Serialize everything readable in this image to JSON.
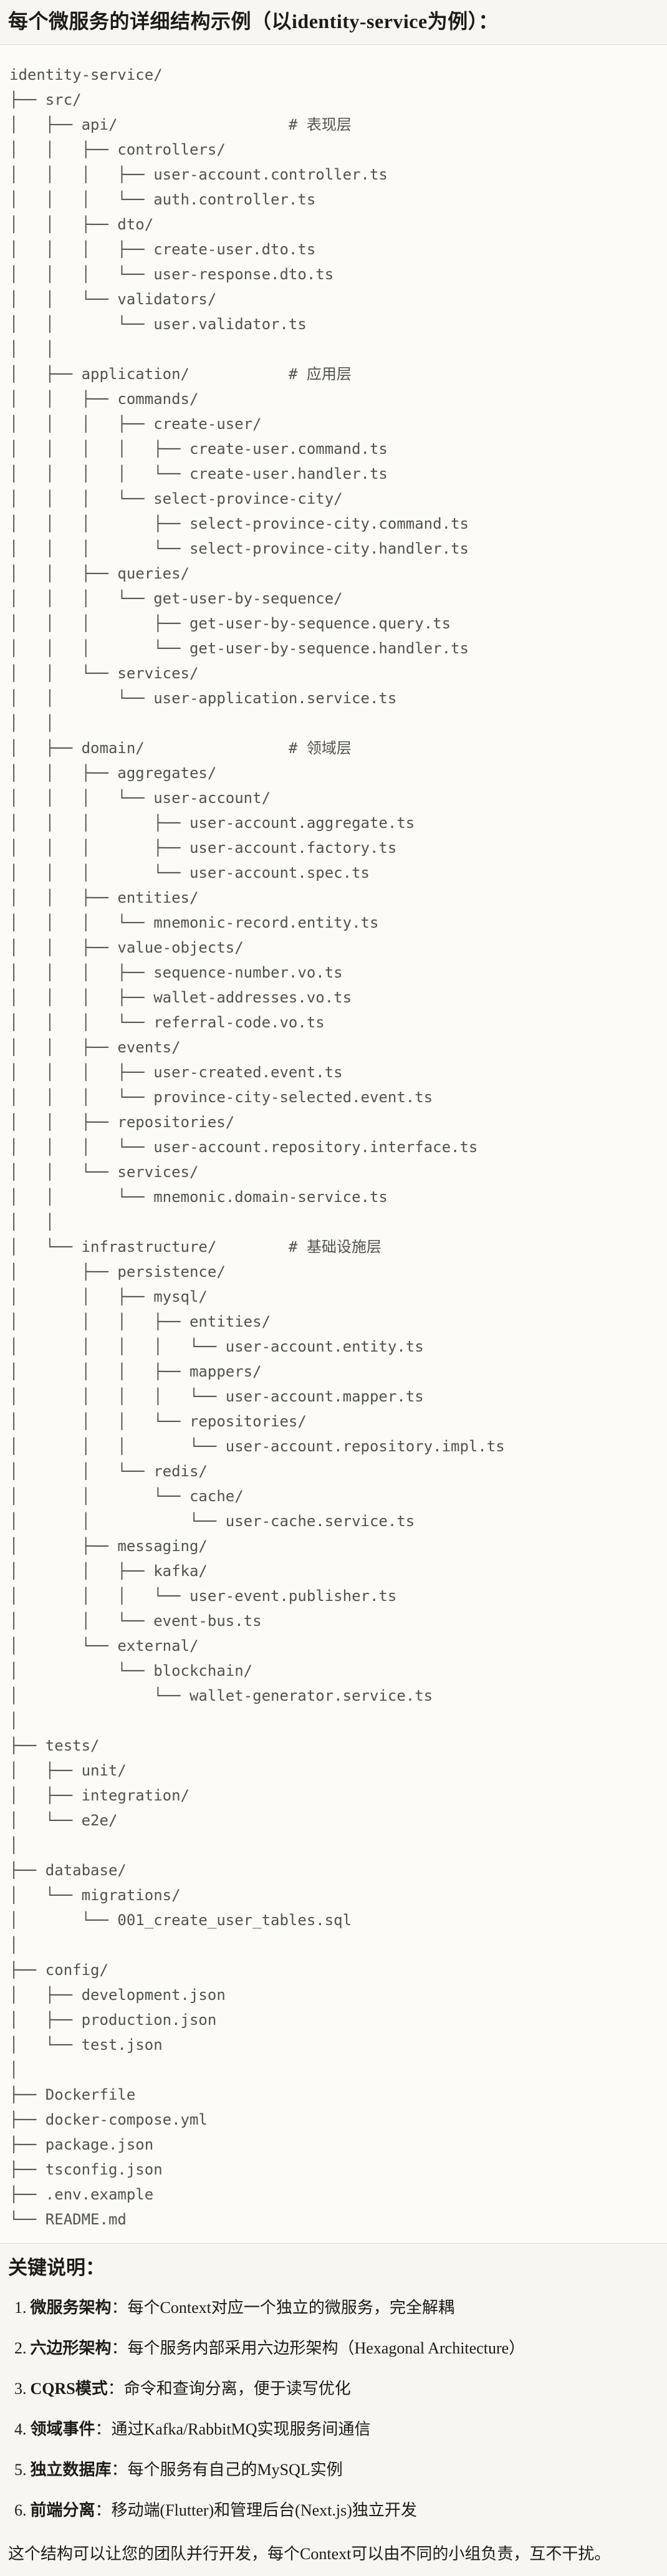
{
  "page": {
    "title": "每个微服务的详细结构示例（以identity-service为例）："
  },
  "colors": {
    "page_background": "#F8F6F1",
    "code_background": "#FCFBF8",
    "code_border": "#DCD9D2",
    "code_text": "#52524C",
    "body_text": "#1D1B17"
  },
  "code": {
    "tree_lines": [
      "identity-service/",
      "├── src/",
      "│   ├── api/                   # 表现层",
      "│   │   ├── controllers/",
      "│   │   │   ├── user-account.controller.ts",
      "│   │   │   └── auth.controller.ts",
      "│   │   ├── dto/",
      "│   │   │   ├── create-user.dto.ts",
      "│   │   │   └── user-response.dto.ts",
      "│   │   └── validators/",
      "│   │       └── user.validator.ts",
      "│   │",
      "│   ├── application/           # 应用层",
      "│   │   ├── commands/",
      "│   │   │   ├── create-user/",
      "│   │   │   │   ├── create-user.command.ts",
      "│   │   │   │   └── create-user.handler.ts",
      "│   │   │   └── select-province-city/",
      "│   │   │       ├── select-province-city.command.ts",
      "│   │   │       └── select-province-city.handler.ts",
      "│   │   ├── queries/",
      "│   │   │   └── get-user-by-sequence/",
      "│   │   │       ├── get-user-by-sequence.query.ts",
      "│   │   │       └── get-user-by-sequence.handler.ts",
      "│   │   └── services/",
      "│   │       └── user-application.service.ts",
      "│   │",
      "│   ├── domain/                # 领域层",
      "│   │   ├── aggregates/",
      "│   │   │   └── user-account/",
      "│   │   │       ├── user-account.aggregate.ts",
      "│   │   │       ├── user-account.factory.ts",
      "│   │   │       └── user-account.spec.ts",
      "│   │   ├── entities/",
      "│   │   │   └── mnemonic-record.entity.ts",
      "│   │   ├── value-objects/",
      "│   │   │   ├── sequence-number.vo.ts",
      "│   │   │   ├── wallet-addresses.vo.ts",
      "│   │   │   └── referral-code.vo.ts",
      "│   │   ├── events/",
      "│   │   │   ├── user-created.event.ts",
      "│   │   │   └── province-city-selected.event.ts",
      "│   │   ├── repositories/",
      "│   │   │   └── user-account.repository.interface.ts",
      "│   │   └── services/",
      "│   │       └── mnemonic.domain-service.ts",
      "│   │",
      "│   └── infrastructure/        # 基础设施层",
      "│       ├── persistence/",
      "│       │   ├── mysql/",
      "│       │   │   ├── entities/",
      "│       │   │   │   └── user-account.entity.ts",
      "│       │   │   ├── mappers/",
      "│       │   │   │   └── user-account.mapper.ts",
      "│       │   │   └── repositories/",
      "│       │   │       └── user-account.repository.impl.ts",
      "│       │   └── redis/",
      "│       │       └── cache/",
      "│       │           └── user-cache.service.ts",
      "│       ├── messaging/",
      "│       │   ├── kafka/",
      "│       │   │   └── user-event.publisher.ts",
      "│       │   └── event-bus.ts",
      "│       └── external/",
      "│           └── blockchain/",
      "│               └── wallet-generator.service.ts",
      "│",
      "├── tests/",
      "│   ├── unit/",
      "│   ├── integration/",
      "│   └── e2e/",
      "│",
      "├── database/",
      "│   └── migrations/",
      "│       └── 001_create_user_tables.sql",
      "│",
      "├── config/",
      "│   ├── development.json",
      "│   ├── production.json",
      "│   └── test.json",
      "│",
      "├── Dockerfile",
      "├── docker-compose.yml",
      "├── package.json",
      "├── tsconfig.json",
      "├── .env.example",
      "└── README.md"
    ]
  },
  "notes": {
    "heading": "关键说明：",
    "items": [
      {
        "num": "1.",
        "term": "微服务架构",
        "colon": "：",
        "desc": "每个Context对应一个独立的微服务，完全解耦"
      },
      {
        "num": "2.",
        "term": "六边形架构",
        "colon": "：",
        "desc": "每个服务内部采用六边形架构（Hexagonal Architecture）"
      },
      {
        "num": "3.",
        "term": "CQRS模式",
        "colon": "：",
        "desc": "命令和查询分离，便于读写优化"
      },
      {
        "num": "4.",
        "term": "领域事件",
        "colon": "：",
        "desc": "通过Kafka/RabbitMQ实现服务间通信"
      },
      {
        "num": "5.",
        "term": "独立数据库",
        "colon": "：",
        "desc": "每个服务有自己的MySQL实例"
      },
      {
        "num": "6.",
        "term": "前端分离",
        "colon": "：",
        "desc": "移动端(Flutter)和管理后台(Next.js)独立开发"
      }
    ],
    "footer": "这个结构可以让您的团队并行开发，每个Context可以由不同的小组负责，互不干扰。"
  }
}
